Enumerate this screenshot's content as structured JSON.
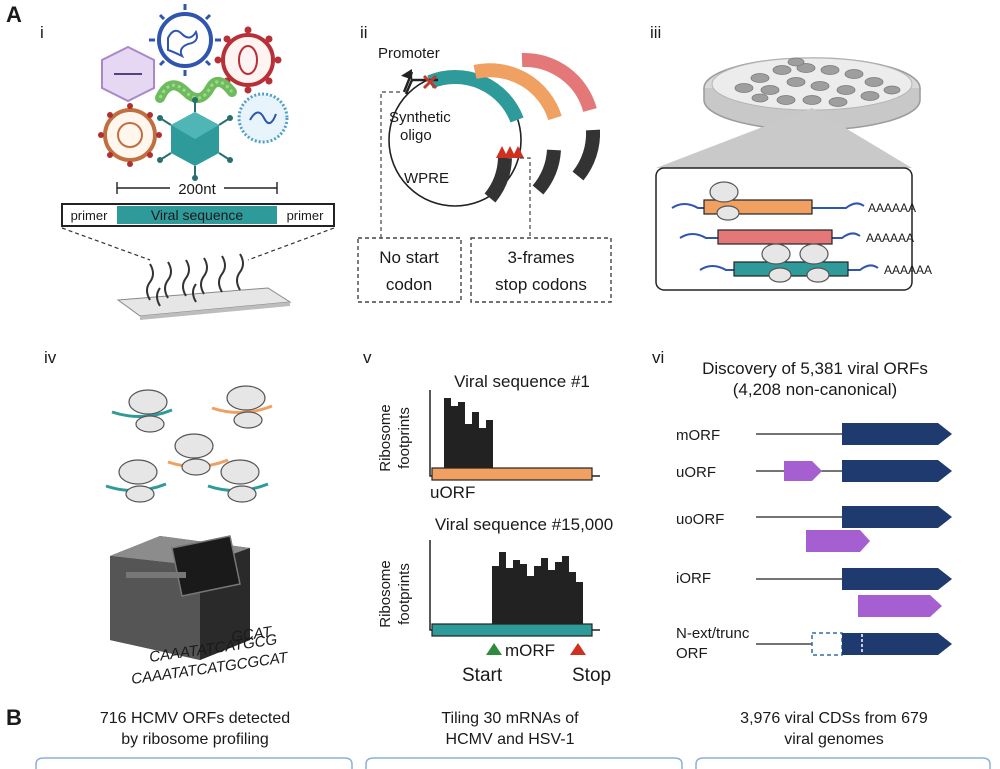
{
  "section_a": {
    "label": "A",
    "panel_i": {
      "label": "i",
      "length_label": "200nt",
      "primer_left": "primer",
      "sequence_label": "Viral sequence",
      "primer_right": "primer"
    },
    "panel_ii": {
      "label": "ii",
      "promoter": "Promoter",
      "oligo_line1": "Synthetic",
      "oligo_line2": "oligo",
      "wpre": "WPRE",
      "box_left_line1": "No start",
      "box_left_line2": "codon",
      "box_right_line1": "3-frames",
      "box_right_line2": "stop codons"
    },
    "panel_iii": {
      "label": "iii",
      "polya": [
        "AAAAAA",
        "AAAAAA",
        "AAAAAA"
      ]
    },
    "panel_iv": {
      "label": "iv",
      "sequence_text": [
        "GCAT",
        "CAAATATCATGCG",
        "CAAATATCATGCGCAT"
      ]
    },
    "panel_v": {
      "label": "v",
      "top_title": "Viral sequence #1",
      "bottom_title": "Viral sequence #15,000",
      "ylabel_line1": "Ribosome",
      "ylabel_line2": "footprints",
      "uorf": "uORF",
      "morf": "mORF",
      "start": "Start",
      "stop": "Stop"
    },
    "panel_vi": {
      "label": "vi",
      "title_line1": "Discovery of 5,381 viral ORFs",
      "title_line2": "(4,208 non-canonical)",
      "rows": [
        {
          "label": "mORF"
        },
        {
          "label": "uORF"
        },
        {
          "label": "uoORF"
        },
        {
          "label": "iORF"
        },
        {
          "label": "N-ext/trunc",
          "label2": "ORF"
        }
      ]
    }
  },
  "section_b": {
    "label": "B",
    "col1_line1": "716 HCMV ORFs detected",
    "col1_line2": "by ribosome profiling",
    "col2_line1": "Tiling 30 mRNAs of",
    "col2_line2": "HCMV and HSV-1",
    "col3_line1": "3,976 viral CDSs from 679",
    "col3_line2": "viral genomes"
  },
  "colors": {
    "teal": "#2e9a9a",
    "orange": "#f0a060",
    "pink": "#e47878",
    "navy": "#1e3a6e",
    "purple": "#a65fd0",
    "dark": "#222222",
    "green": "#2e8b3e",
    "red": "#d03020",
    "card_border": "#8ab0e0"
  }
}
